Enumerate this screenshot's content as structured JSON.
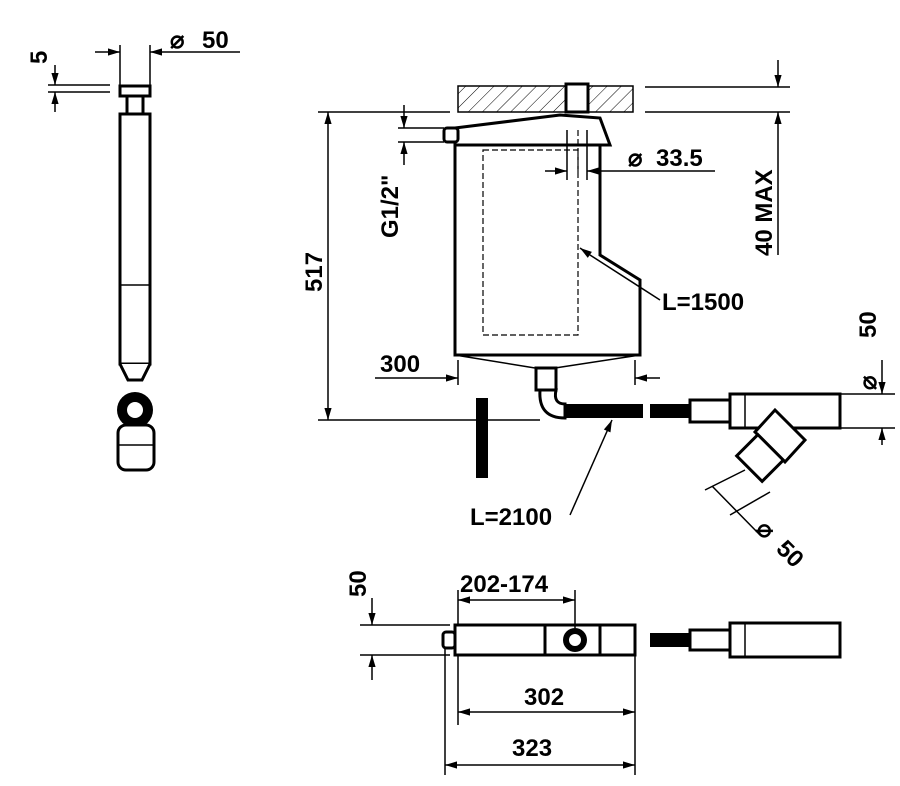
{
  "side_view": {
    "dim_flange": "5",
    "dim_diameter": "50"
  },
  "front_view": {
    "dim_height": "517",
    "dim_thread": "G1/2\"",
    "dim_pipe_diameter": "33.5",
    "dim_max": "40 MAX",
    "dim_internal_length": "L=1500",
    "dim_width": "300",
    "dim_outlet_diameter": "50",
    "dim_hose_length": "L=2100",
    "dim_branch_diameter": "50"
  },
  "top_view": {
    "dim_depth": "50",
    "dim_adjust": "202-174",
    "dim_body": "302",
    "dim_total": "323"
  },
  "symbols": {
    "diameter": "⌀"
  }
}
